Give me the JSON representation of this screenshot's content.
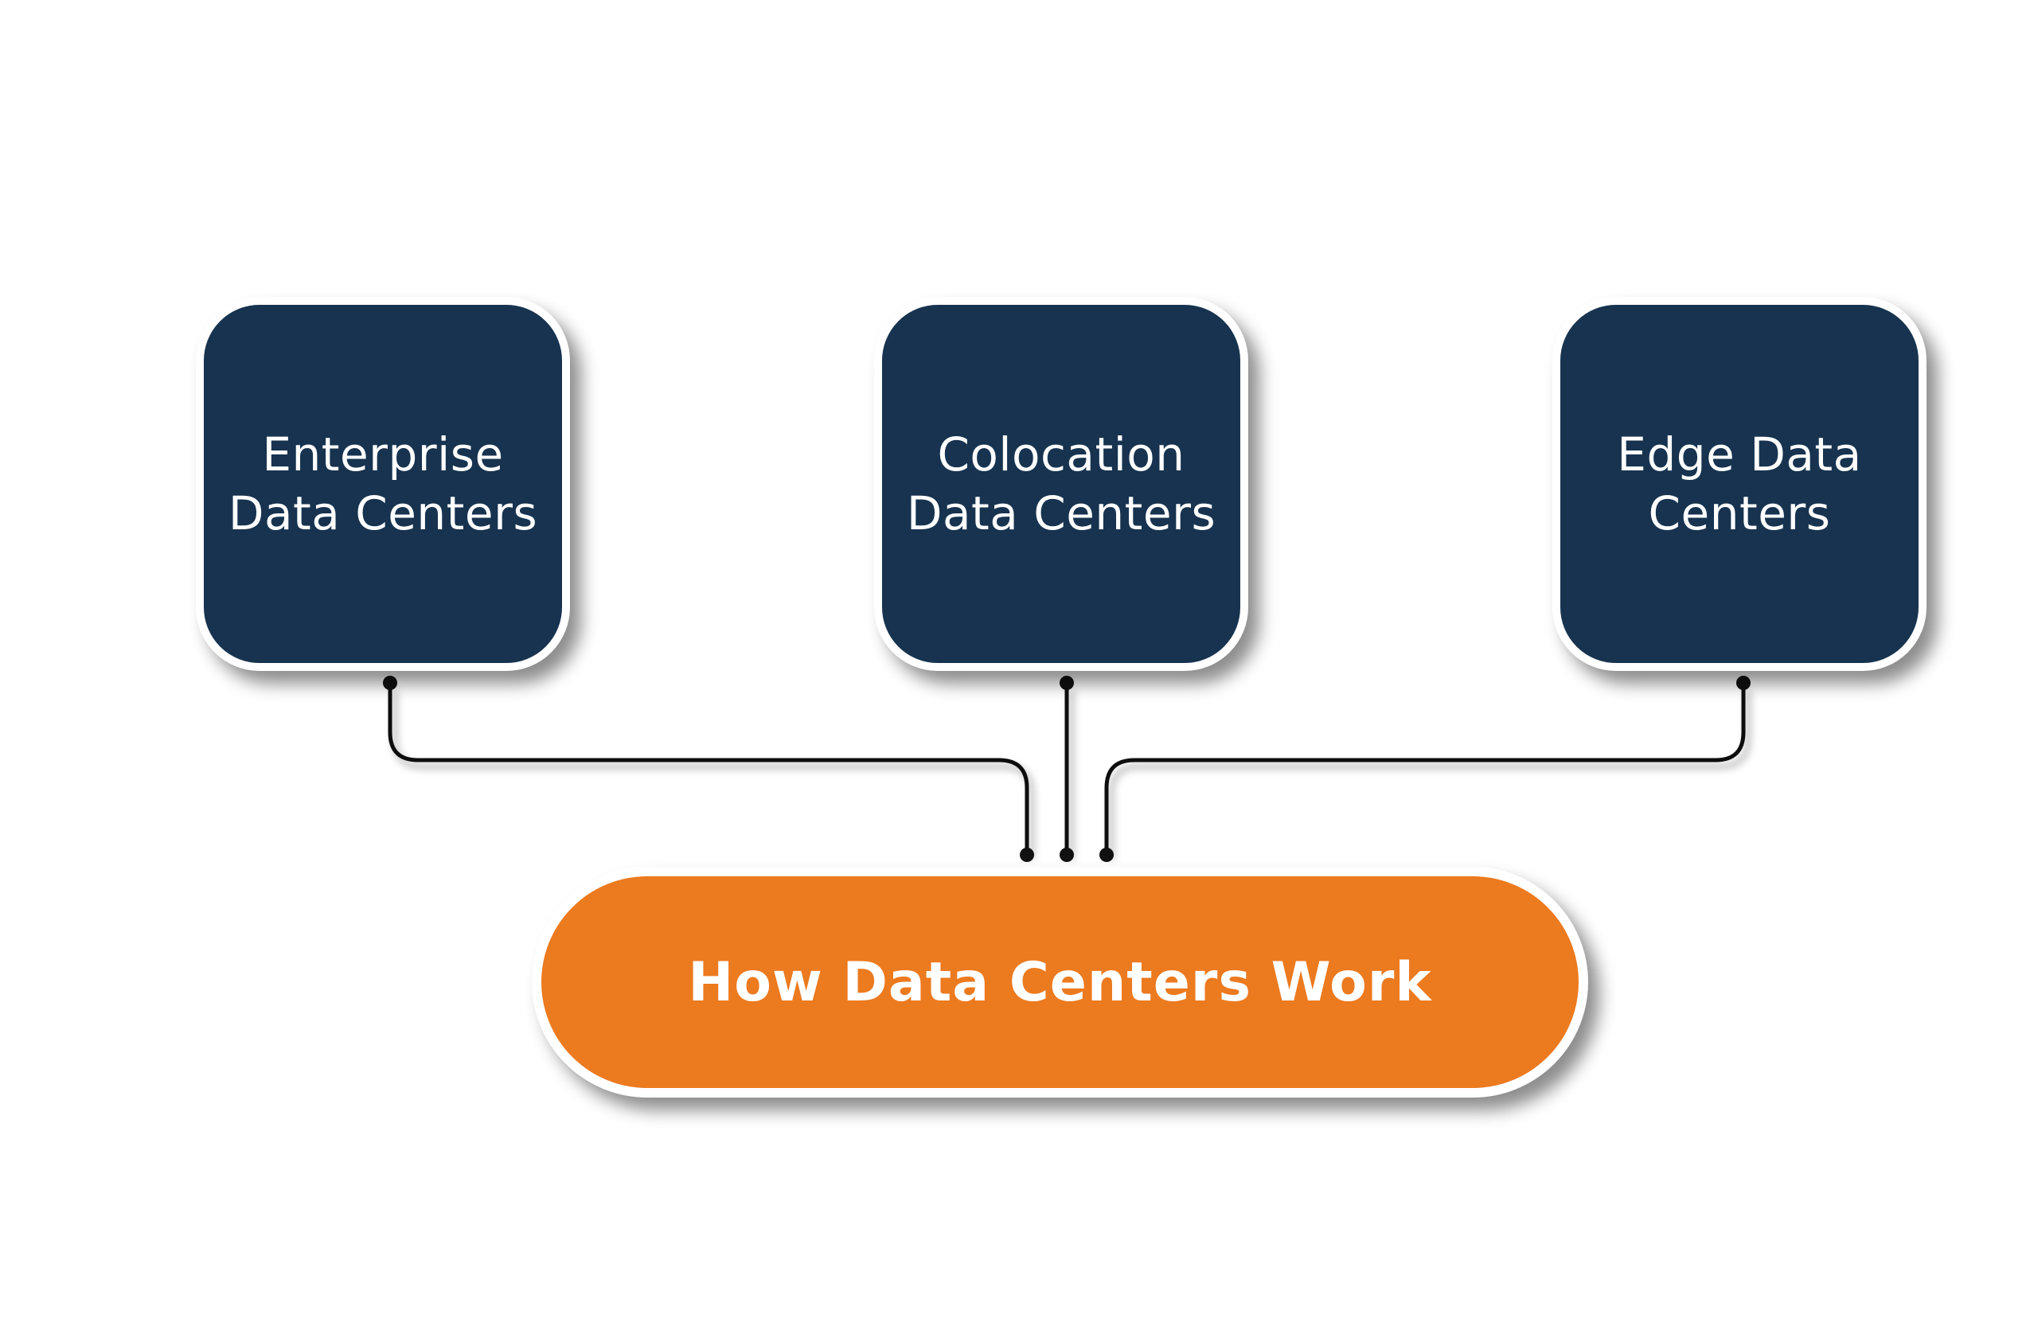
{
  "diagram": {
    "nodes": [
      {
        "id": "enterprise",
        "line1": "Enterprise",
        "line2": "Data Centers"
      },
      {
        "id": "colocation",
        "line1": "Colocation",
        "line2": "Data Centers"
      },
      {
        "id": "edge",
        "line1": "Edge Data",
        "line2": "Centers"
      }
    ],
    "hub": {
      "label": "How Data Centers Work"
    },
    "edges": [
      {
        "from": "enterprise",
        "to": "hub"
      },
      {
        "from": "colocation",
        "to": "hub"
      },
      {
        "from": "edge",
        "to": "hub"
      }
    ],
    "colors": {
      "node_fill": "#17334f",
      "hub_fill": "#ec7a1f",
      "connector": "#111111",
      "text": "#ffffff"
    }
  }
}
